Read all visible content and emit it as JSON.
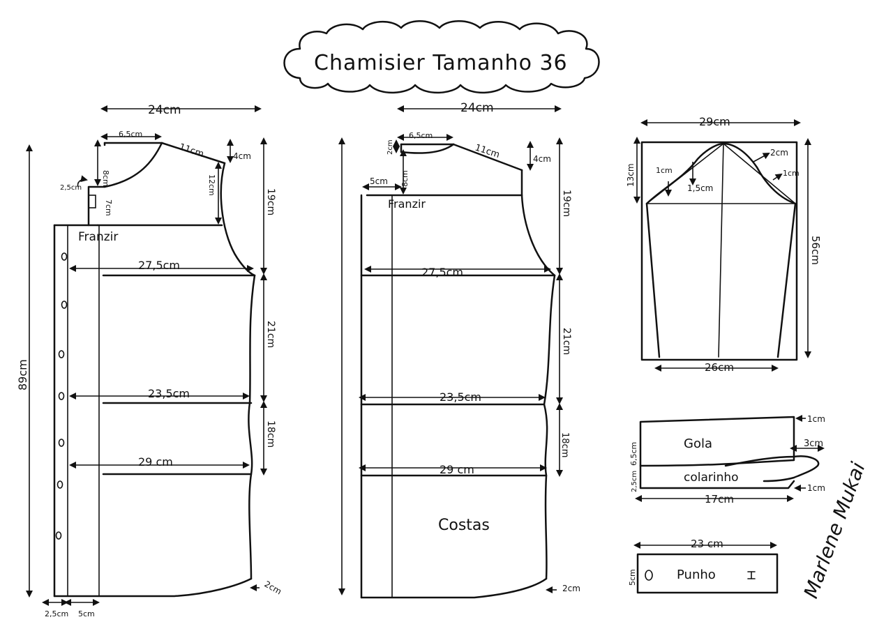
{
  "title": "Chamisier Tamanho 36",
  "front": {
    "label_franzir": "Franzir",
    "m_width_top": "24cm",
    "m_neck": "6,5cm",
    "m_shoulder": "11cm",
    "m_shoulder_drop": "4cm",
    "m_neck_depth": "8cm",
    "m_collar_step": "2,5cm",
    "m_placket_h": "7cm",
    "m_armhole": "12cm",
    "m_yoke_h": "19cm",
    "m_bust": "27,5cm",
    "m_waist_h": "21cm",
    "m_waist": "23,5cm",
    "m_hip_h": "18cm",
    "m_hip": "29 cm",
    "m_total": "89cm",
    "m_hem_curve": "2cm",
    "m_placket_w": "2,5cm",
    "m_overlap_w": "5cm"
  },
  "back": {
    "label_franzir": "Franzir",
    "label": "Costas",
    "m_width_top": "24cm",
    "m_neck": "6,5cm",
    "m_shoulder": "11cm",
    "m_shoulder_drop": "4cm",
    "m_neck_depth": "2cm",
    "m_yoke_step": "5cm",
    "m_yoke_depth": "8cm",
    "m_yoke_h": "19cm",
    "m_bust": "27,5cm",
    "m_waist_h": "21cm",
    "m_waist": "23,5cm",
    "m_hip_h": "18cm",
    "m_hip": "29 cm",
    "m_hem_curve": "2cm"
  },
  "sleeve": {
    "m_width": "29cm",
    "m_cap_h": "13cm",
    "m_length": "56cm",
    "m_hem": "26cm",
    "m_c1": "1cm",
    "m_c2": "1,5cm",
    "m_c3": "2cm",
    "m_c4": "1cm"
  },
  "collar": {
    "label_gola": "Gola",
    "label_colarinho": "colarinho",
    "m_top": "1cm",
    "m_tab": "3cm",
    "m_bottom": "1cm",
    "m_gola_h": "6,5cm",
    "m_colarinho_h": "2,5cm",
    "m_width": "17cm"
  },
  "cuff": {
    "label": "Punho",
    "m_width": "23 cm",
    "m_height": "5cm"
  },
  "signature": "Marlene Mukai"
}
